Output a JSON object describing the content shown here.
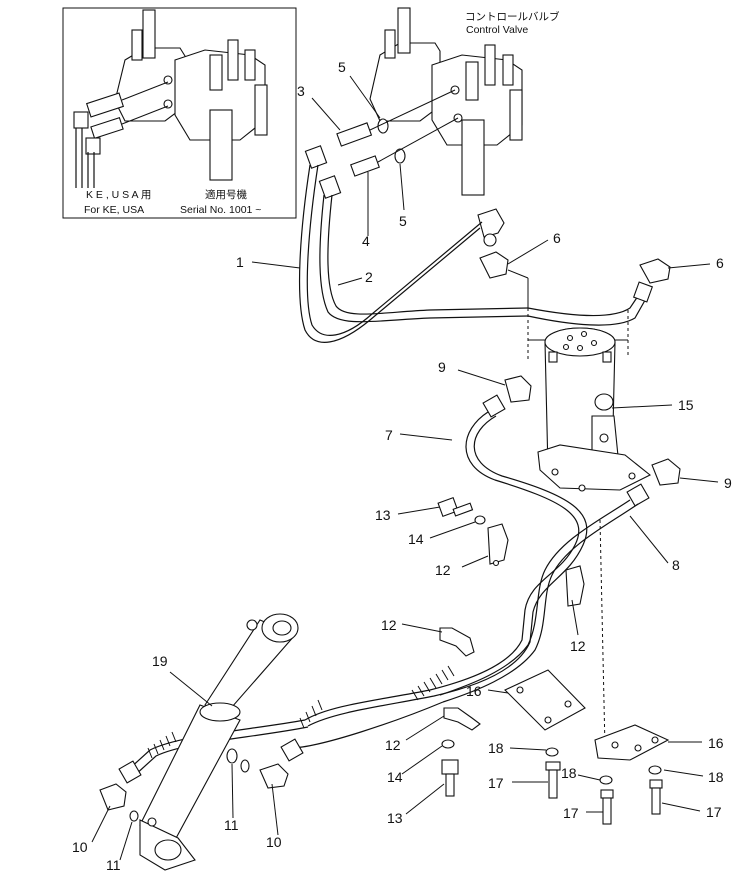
{
  "inset": {
    "label_jp": "K E , U S A 用",
    "label_en": "For KE, USA",
    "serial_jp": "適用号機",
    "serial_en": "Serial No. 1001 ~"
  },
  "control_valve": {
    "label_jp": "コントロールバルブ",
    "label_en": "Control  Valve"
  },
  "callouts": [
    "1",
    "2",
    "3",
    "4",
    "5",
    "5",
    "6",
    "6",
    "7",
    "8",
    "9",
    "9",
    "10",
    "10",
    "11",
    "11",
    "12",
    "12",
    "12",
    "12",
    "13",
    "13",
    "14",
    "14",
    "15",
    "16",
    "16",
    "17",
    "17",
    "17",
    "18",
    "18",
    "18",
    "19"
  ]
}
